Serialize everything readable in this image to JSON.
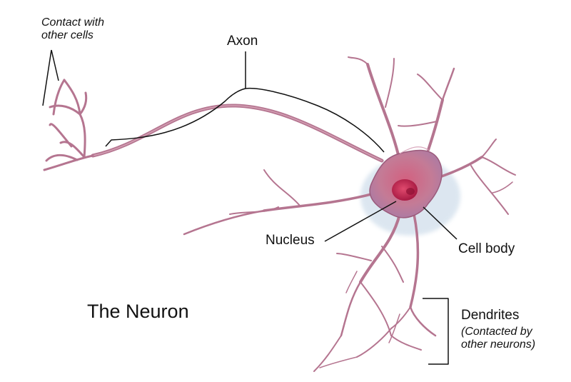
{
  "title": "The Neuron",
  "labels": {
    "contact_line1": "Contact with",
    "contact_line2": "other cells",
    "axon": "Axon",
    "nucleus": "Nucleus",
    "cell_body": "Cell body",
    "dendrites": "Dendrites",
    "dendrites_note_line1": "(Contacted by",
    "dendrites_note_line2": "other neurons)"
  },
  "colors": {
    "neuron_fill": "#c47b96",
    "neuron_stroke": "#8f4a67",
    "cell_body": "#c8587a",
    "nucleus": "#c01f4c",
    "glow": "#8fb8d8",
    "leader": "#111111"
  }
}
